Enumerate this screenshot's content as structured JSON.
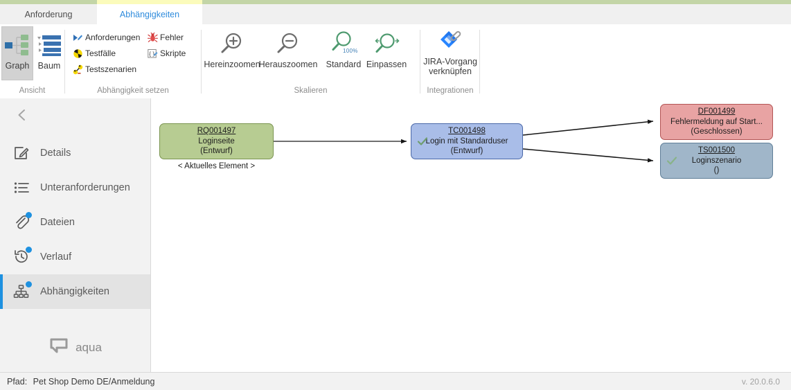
{
  "window": {
    "tabs": [
      {
        "label": "Anforderung",
        "active": false
      },
      {
        "label": "Abhängigkeiten",
        "active": true
      }
    ]
  },
  "ribbon": {
    "groups": [
      {
        "name": "ansicht",
        "label": "Ansicht",
        "buttons": [
          {
            "label": "Graph",
            "icon": "graph-icon",
            "selected": true
          },
          {
            "label": "Baum",
            "icon": "tree-icon",
            "selected": false
          }
        ]
      },
      {
        "name": "dependency",
        "label": "Abhängigkeit setzen",
        "items": [
          {
            "label": "Anforderungen",
            "icon": "requirement-icon"
          },
          {
            "label": "Testfälle",
            "icon": "testcase-icon"
          },
          {
            "label": "Testszenarien",
            "icon": "testscenario-icon"
          },
          {
            "label": "Fehler",
            "icon": "bug-icon"
          },
          {
            "label": "Skripte",
            "icon": "script-icon"
          }
        ]
      },
      {
        "name": "scaling",
        "label": "Skalieren",
        "buttons": [
          {
            "label": "Hereinzoomen",
            "icon": "zoom-in-icon"
          },
          {
            "label": "Herauszoomen",
            "icon": "zoom-out-icon"
          },
          {
            "label": "Standard",
            "icon": "zoom-100-icon",
            "badge": "100%"
          },
          {
            "label": "Einpassen",
            "icon": "zoom-fit-icon"
          }
        ]
      },
      {
        "name": "integrations",
        "label": "Integrationen",
        "buttons": [
          {
            "label": "JIRA-Vorgang verknüpfen",
            "icon": "jira-link-icon"
          }
        ]
      }
    ]
  },
  "sidebar": {
    "collapse_icon": "chevron-left-icon",
    "items": [
      {
        "label": "Details",
        "icon": "edit-document-icon",
        "badge": false,
        "active": false
      },
      {
        "label": "Unteranforderungen",
        "icon": "list-icon",
        "badge": false,
        "active": false
      },
      {
        "label": "Dateien",
        "icon": "paperclip-icon",
        "badge": true,
        "active": false
      },
      {
        "label": "Verlauf",
        "icon": "history-icon",
        "badge": true,
        "active": false
      },
      {
        "label": "Abhängigkeiten",
        "icon": "hierarchy-icon",
        "badge": true,
        "active": true
      }
    ],
    "brand": {
      "label": "aqua",
      "icon": "aqua-logo-icon"
    }
  },
  "graph": {
    "nodes": [
      {
        "key": "rq",
        "id": "RQ001497",
        "title": "Loginseite",
        "state": "(Entwurf)",
        "color": "green",
        "check": false,
        "caption": "< Aktuelles Element >"
      },
      {
        "key": "tc",
        "id": "TC001498",
        "title": "Login mit Standarduser",
        "state": "(Entwurf)",
        "color": "blue",
        "check": true,
        "caption": ""
      },
      {
        "key": "df",
        "id": "DF001499",
        "title": "Fehlermeldung auf Start...",
        "state": "(Geschlossen)",
        "color": "red",
        "check": false,
        "caption": ""
      },
      {
        "key": "ts",
        "id": "TS001500",
        "title": "Loginszenario",
        "state": "()",
        "color": "slate",
        "check": true,
        "caption": ""
      }
    ]
  },
  "statusbar": {
    "path_key": "Pfad:",
    "path_value": "Pet Shop Demo DE/Anmeldung",
    "version": "v. 20.0.6.0"
  },
  "colors": {
    "accent_blue": "#1e91e0",
    "tab_active_text": "#2e8bdc",
    "strip_green": "#c3d5a7",
    "strip_yellow": "#fbfbbb",
    "node_green": "#b7cc92",
    "node_blue": "#a9bde8",
    "node_red": "#e8a3a3",
    "node_slate": "#a0b6c9"
  }
}
